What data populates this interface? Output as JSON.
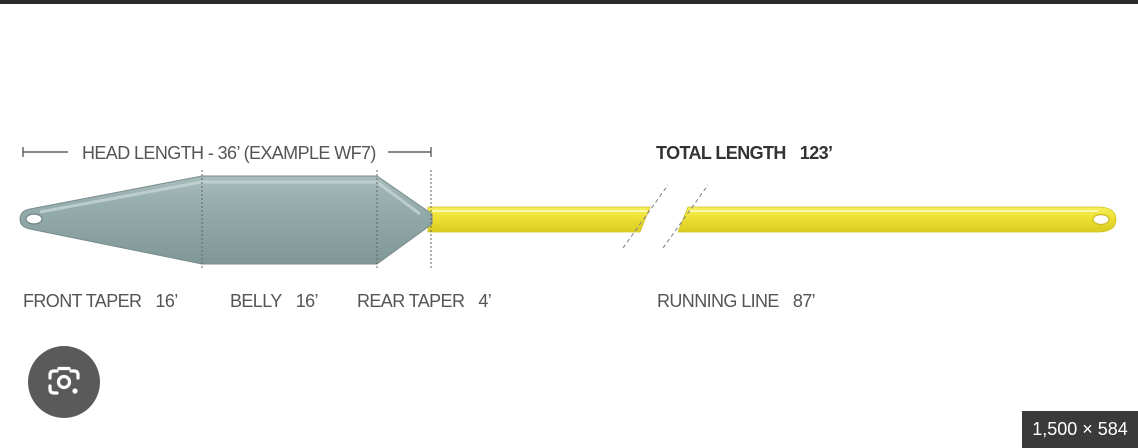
{
  "labels": {
    "head_length": "HEAD LENGTH - 36’ (EXAMPLE WF7)",
    "total_length_label": "TOTAL LENGTH",
    "total_length_value": "123’",
    "front_taper_label": "FRONT TAPER",
    "front_taper_value": "16’",
    "belly_label": "BELLY",
    "belly_value": "16’",
    "rear_taper_label": "REAR TAPER",
    "rear_taper_value": "4’",
    "running_line_label": "RUNNING LINE",
    "running_line_value": "87’"
  },
  "overlay": {
    "image_dimensions": "1,500 × 584",
    "lens_icon": "camera-search-icon"
  },
  "colors": {
    "head": "#8fa6a6",
    "head_highlight": "#b7c9c9",
    "running_line": "#f2e63a",
    "running_line_highlight": "#fbf6a3",
    "outline": "#7a8c8c"
  }
}
